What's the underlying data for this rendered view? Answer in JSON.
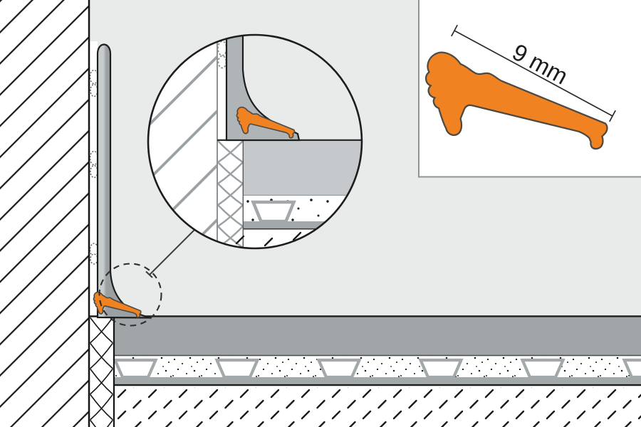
{
  "diagram": {
    "kind": "installation cross-section detail drawing",
    "description": "Wall-floor junction with cove skirting, orange sealing profile, magnified detail circle and dimensioned profile inset",
    "components": [
      "wall-hatched",
      "adhesive-dabs",
      "cove-skirting-strip",
      "sealing-profile",
      "edge-insulation-strip",
      "screed-layer",
      "uncoupling-membrane-layer",
      "concrete-substrate"
    ]
  },
  "inset": {
    "dimension_label": "9 mm"
  },
  "colors": {
    "profile_orange": "#f08222",
    "profile_outline": "#4d4a44",
    "room_bg": "#e9ebeb",
    "line_dark": "#1d1d1d",
    "screed_gray": "#a0a5a8",
    "screed_gray_mag": "#c6c9cb",
    "cove_light": "#c9cccd",
    "cove_dark": "#9ba0a3",
    "cove_mid": "#afb4b7",
    "membrane_gray": "#a3a8ab",
    "hatch_gray_mag": "#9aa0a3",
    "inset_border": "#8e9396"
  }
}
